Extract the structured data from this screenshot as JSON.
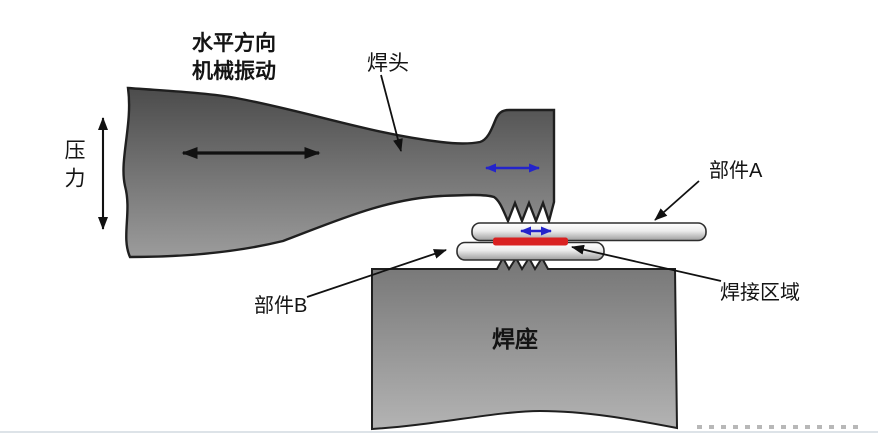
{
  "diagram": {
    "labels": {
      "vibration_line1": "水平方向",
      "vibration_line2": "机械振动",
      "horn": "焊头",
      "pressure": "压力",
      "part_a": "部件A",
      "part_b": "部件B",
      "weld_zone": "焊接区域",
      "anvil": "焊座"
    },
    "colors": {
      "horn_top": "#4a4a4a",
      "horn_bottom": "#9c9c9c",
      "anvil_top": "#757575",
      "anvil_bottom": "#b4b4b4",
      "part_top": "#ffffff",
      "part_mid": "#ececec",
      "part_bottom": "#9e9e9e",
      "weld_zone_red": "#d92121",
      "vibration_blue": "#2424cb",
      "outline": "#1e1e1e"
    }
  }
}
